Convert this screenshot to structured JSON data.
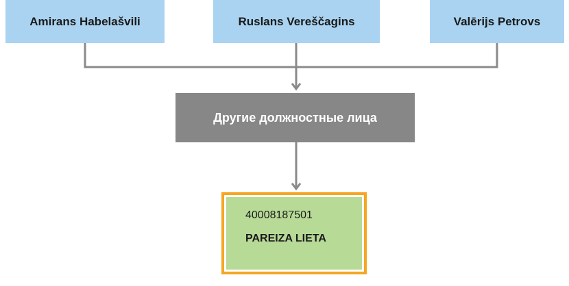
{
  "people": [
    {
      "name": "Amirans Habelašvili"
    },
    {
      "name": "Ruslans Vereščagins"
    },
    {
      "name": "Valērijs Petrovs"
    }
  ],
  "group": {
    "label": "Другие должностные лица"
  },
  "company": {
    "registration_number": "40008187501",
    "name": "PAREIZA LIETA"
  },
  "colors": {
    "person_fill": "#a9d3f0",
    "group_fill": "#878787",
    "company_fill": "#b7da97",
    "company_border": "#f5a623",
    "connector": "#8a8a8a"
  }
}
